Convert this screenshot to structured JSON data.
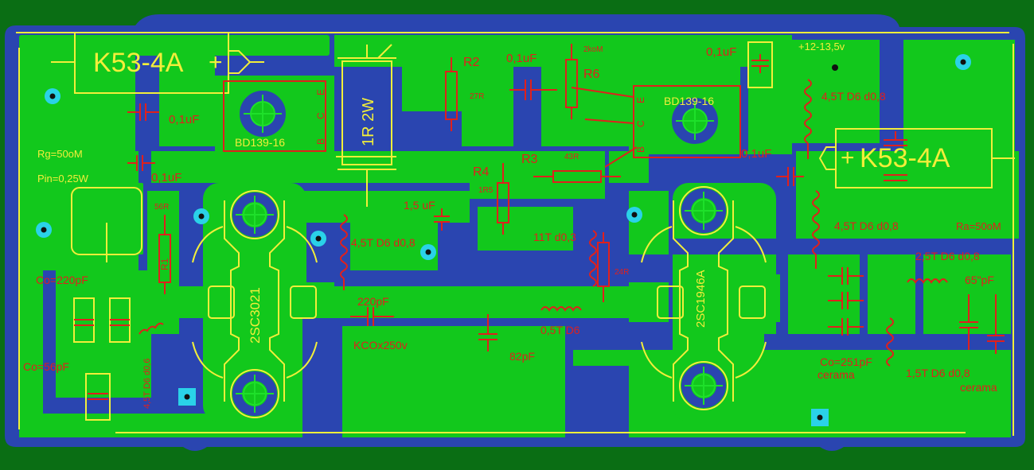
{
  "colors": {
    "background": "#0a6e14",
    "ground_plane": "#2a45b0",
    "copper": "#12c81c",
    "silkscreen_red": "#e0201c",
    "silkscreen_yellow": "#f2ee3a",
    "via": "#2ad2e8"
  },
  "labels": {
    "k53_left": "K53-4A",
    "k53_right": "K53-4A",
    "plus": "+",
    "cap_01_a": "0,1uF",
    "cap_01_b": "0,1uF",
    "cap_01_c": "0,1uF",
    "cap_01_d": "0,1uF",
    "cap_01_e": "0,1uF",
    "bd139_left": "BD139-16",
    "bd139_right": "BD139-16",
    "pin_e": "E",
    "pin_c": "C",
    "pin_b": "B",
    "res_1r2w": "1R 2W",
    "r2": "R2",
    "r2_val": "27R",
    "r6": "R6",
    "r6_val": "2koM",
    "r3": "R3",
    "r3_val": "43R",
    "r4": "R4",
    "r4_val": "1R5",
    "r1": "R1",
    "r1_val": "56R",
    "rg": "Rg=50oM",
    "pin": "Pin=0,25W",
    "supply": "+12-13,5v",
    "coil_top_right": "4,5T D6 d0,8",
    "coil_mid_right": "4,5T D6 d0,8",
    "coil_mid": "4,5T D6 d0,8",
    "coil_left": "4,5T D6 d0,6",
    "coil_11t": "11T d0,3",
    "cap_15": "1,5 uF",
    "co_220": "Co=220pF",
    "co_56": "Co=56pF",
    "cap_220": "220pF",
    "kco": "KCOx250v",
    "cap_82": "82pF",
    "coil_05": "0,5T D6",
    "r_24": "24R",
    "tr_left": "2SC3021",
    "tr_right": "2SC1946A",
    "ra": "Ra=50oM",
    "coil_25": "2,5T D6 d0,8",
    "cap_65": "65\"pF",
    "co_251": "Co=251pF",
    "cerama_1": "cerama",
    "coil_15": "1,5T D6 d0,8",
    "cerama_2": "cerama"
  }
}
